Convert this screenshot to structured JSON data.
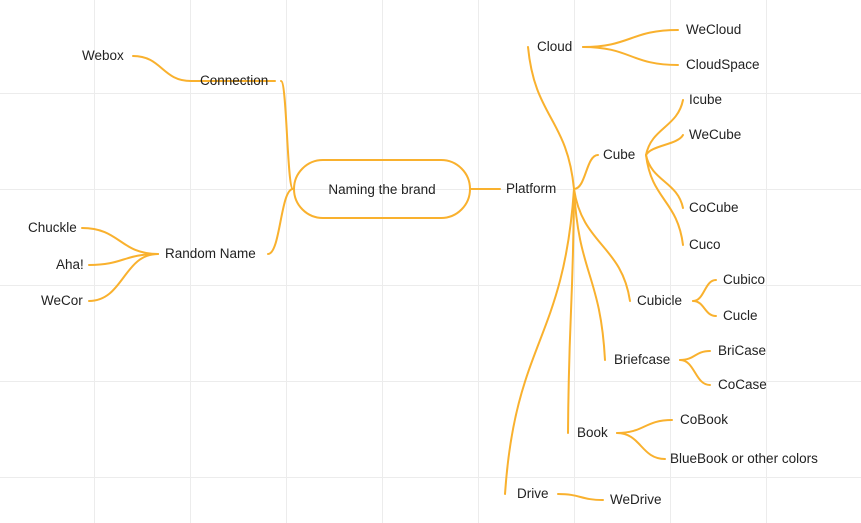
{
  "mindmap": {
    "root": "Naming the brand",
    "line_color": "#f9b12e",
    "nodes": {
      "webox": "Webox",
      "connection": "Connection",
      "chuckle": "Chuckle",
      "aha": "Aha!",
      "wecor": "WeCor",
      "random_name": "Random Name",
      "platform": "Platform",
      "cloud": "Cloud",
      "wecloud": "WeCloud",
      "cloudspace": "CloudSpace",
      "cube": "Cube",
      "icube": "Icube",
      "wecube": "WeCube",
      "cocube": "CoCube",
      "cuco": "Cuco",
      "cubicle": "Cubicle",
      "cubico": "Cubico",
      "cucle": "Cucle",
      "briefcase": "Briefcase",
      "bricase": "BriCase",
      "cocase": "CoCase",
      "book": "Book",
      "cobook": "CoBook",
      "bluebook": "BlueBook or other colors",
      "drive": "Drive",
      "wedrive": "WeDrive"
    }
  }
}
